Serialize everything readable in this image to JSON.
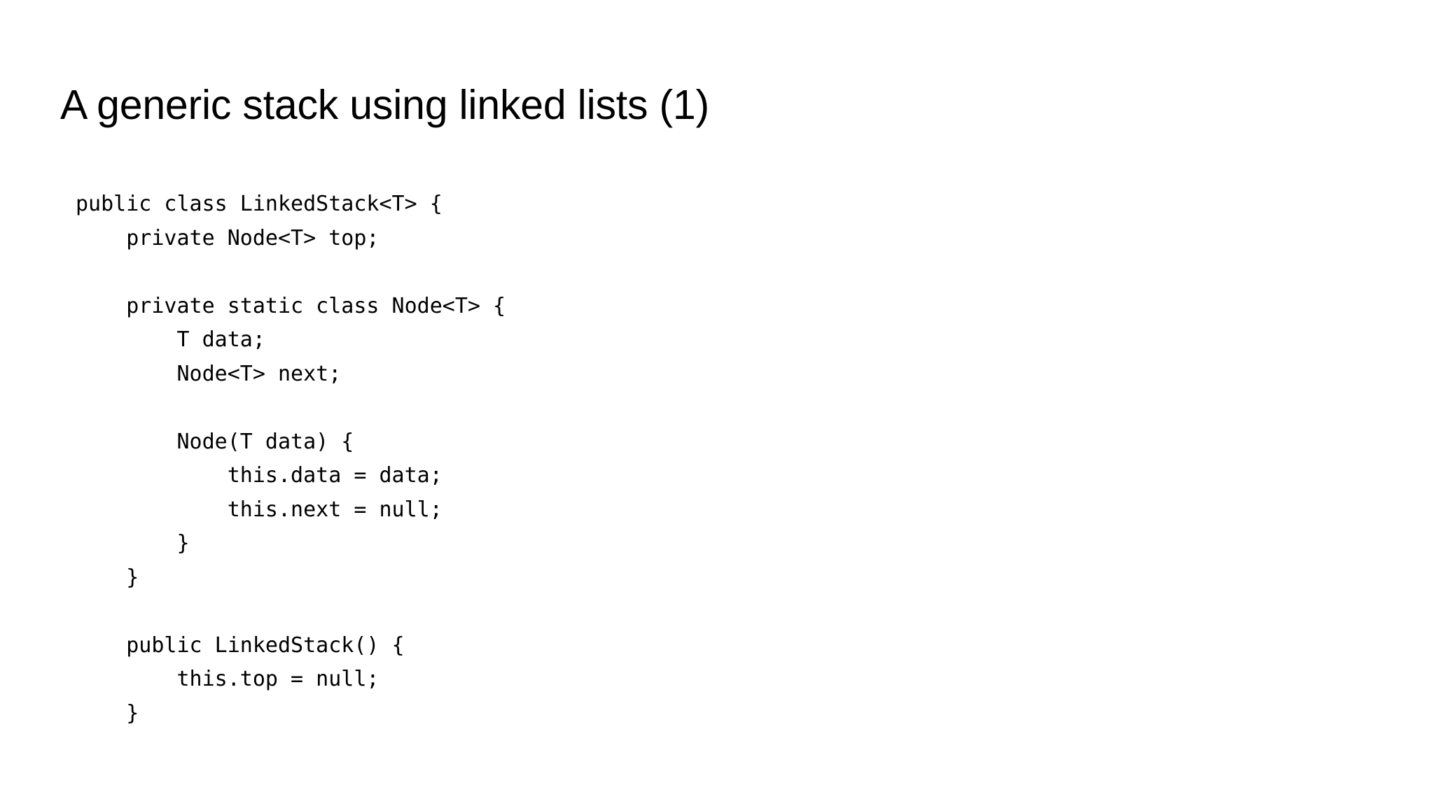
{
  "slide": {
    "title": "A generic stack using linked lists (1)",
    "background_color": "#ffffff",
    "text_color": "#000000"
  },
  "code": {
    "language": "java",
    "lines": [
      "public class LinkedStack<T> {",
      "    private Node<T> top;",
      "",
      "    private static class Node<T> {",
      "        T data;",
      "        Node<T> next;",
      "",
      "        Node(T data) {",
      "            this.data = data;",
      "            this.next = null;",
      "        }",
      "    }",
      "",
      "    public LinkedStack() {",
      "        this.top = null;",
      "    }"
    ]
  }
}
